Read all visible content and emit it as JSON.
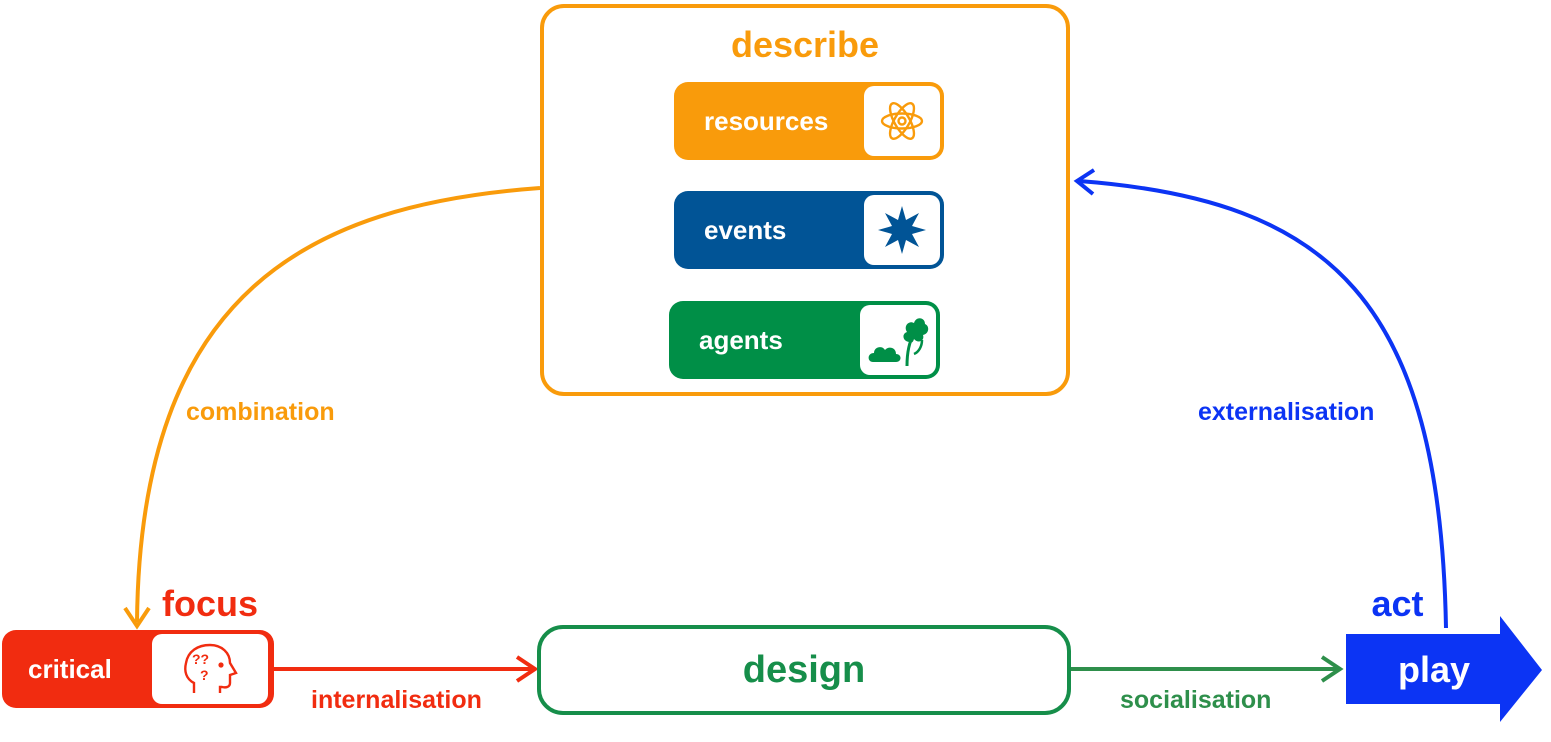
{
  "describe": {
    "title": "describe",
    "items": [
      {
        "label": "resources",
        "icon": "atom-icon",
        "color": "#F99B0B"
      },
      {
        "label": "events",
        "icon": "starburst-icon",
        "color": "#015496"
      },
      {
        "label": "agents",
        "icon": "tree-cloud-icon",
        "color": "#008F47"
      }
    ]
  },
  "focus": {
    "title": "focus",
    "pill_label": "critical",
    "icon": "thinking-head-icon",
    "color": "#F12C10"
  },
  "design": {
    "label": "design",
    "color": "#168E4A"
  },
  "act": {
    "title": "act",
    "arrow_label": "play",
    "color": "#0C34F4"
  },
  "flows": {
    "combination": "combination",
    "internalisation": "internalisation",
    "socialisation": "socialisation",
    "externalisation": "externalisation"
  },
  "colors": {
    "orange": "#F99B0B",
    "blue_dark": "#015496",
    "green": "#008F47",
    "red": "#F12C10",
    "green_line": "#2E8F4B",
    "blue": "#0C34F4"
  }
}
